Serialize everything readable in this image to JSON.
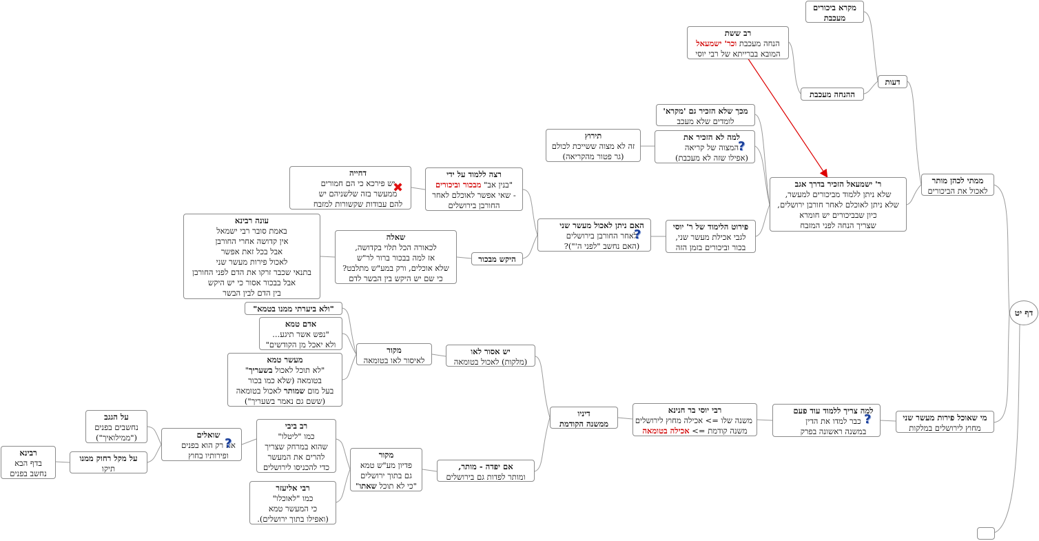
{
  "root": {
    "label": "דף יט"
  },
  "branch_a": {
    "title": "ממתי לכהן מותר",
    "sub": "לאכול את הביכורים",
    "opinions": {
      "label": "דעות",
      "mikra": {
        "l1": "מקרא ביכורים",
        "l2": "מעכבת"
      },
      "hanacha": {
        "l1": "ההנחה מעכבת"
      },
      "rav_sheshet": {
        "title": "רב ששת",
        "l1_pre": "הנחה מעכבת ",
        "l1_red": "וכר' ישמעאל",
        "l2": "המובא בברייתא של רבי יוסי"
      }
    },
    "rabbi_yishmael": {
      "title": "ר' ישמעאל הזכיר בדרך אגב",
      "l1": "שלא ניתן ללמוד מביכורים למעשר,",
      "l2": "שלא ניתן לאוכלם לאחר חורבן ירושלים,",
      "l3": "כיון שבביכורים יש חומרא",
      "l4": "שצריך הנחה לפני המזבח"
    },
    "mikach": {
      "title": "מכך שלא הזכיר גם 'מקרא'",
      "l1": "לומדים שלא מעכב"
    },
    "lama_lo": {
      "title": "למה לא הזכיר את",
      "l1": "המצוה של קריאה",
      "l2": "(אפילו שזה לא מעכבת)"
    },
    "teirutz": {
      "title": "תירוץ",
      "l1": "זה לא מצוה ששייכת לכולם",
      "l2": "(גר פטור מהקריאה)"
    },
    "peirush": {
      "title": "פירוט הלימוד של ר' יוסי",
      "l1": "לגבי אכילת מעשר שני,",
      "l2": "בכור וביכורים בזמן הזה"
    },
    "haim": {
      "title": "האם ניתן לאכול מעשר שני",
      "l1": "לאחר החורבן בירושלים",
      "l2": "(האם נחשב \"לפני ה'\")?"
    },
    "raza": {
      "title": "רצה ללמוד על ידי",
      "l1_pre": "\"בנין אב\" ",
      "l1_red": "מבכור וביכורים",
      "l2": "- שאי אפשר לאוכלם לאחר",
      "l3": "החורבן בירושלים"
    },
    "dachiya": {
      "title": "דחייה",
      "l1": "יש פירכא כי הם חמורים",
      "l2": "ממעשר בזה שלשניהם יש",
      "l3": "להם עבודות שקשורות למזבח"
    },
    "hekesh": {
      "label": "היקש מבכור"
    },
    "sheela": {
      "title": "שאלה",
      "l1": "לכאורה הכל תלוי בקדושה,",
      "l2": "אז למה בבכור ברור לר\"ש",
      "l3": "שלא אוכלים, ורק במע\"ש מתלבט?",
      "l4": "כי שם יש היקש בין הבשר לדם"
    },
    "oneh": {
      "title": "עונה רבינא",
      "l1": "באמת סובר רבי ישמאל",
      "l2": "אין קדושה אחרי החורבן",
      "l3": "אבל בכל זאת אפשר",
      "l4": "לאכול פירות מעשר שני",
      "l5": "בתנאי שכבר זרקו את הדם לפני החורבן",
      "l6": "אבל בבכור אסור כי יש היקש",
      "l7": "בין הדם לבין הבשר"
    }
  },
  "branch_b": {
    "title": "מי שאוכל פירות מעשר שני",
    "sub": "מחוץ לירושלים במלקות",
    "lama_tzarich": {
      "title": "למה צריך ללמוד עוד פעם",
      "l1": "כבר למדו את הדין",
      "l2": "במשנה ראשונה בפרק"
    },
    "rabbi_yossi": {
      "title": "רבי יוסי בר חנינא",
      "l1": "משנה שלו => אכילה מחוץ לירושלים",
      "l2_pre": "משנה קודמת => ",
      "l2_red": "אכילה בטומאה"
    },
    "dinav": {
      "l1": "דיניו",
      "l2": "ממשנה הקודמת"
    },
    "yesh_issur": {
      "title": "יש אסור לאו",
      "l1": "(מלקות) לאכול בטומאה"
    },
    "makor1": {
      "title": "מקור",
      "l1": "לאיסור לאו בטומאה"
    },
    "velo_biarti": {
      "l1": "\"ולא ביערתי ממנו בטמא\""
    },
    "adam_tame": {
      "title": "אדם טמא",
      "l1": "\"נפש אשר תיגע...",
      "l2": "ולא יאכל מן הקודשים\""
    },
    "maaser_tame": {
      "title": "מעשר טמא",
      "l1_pre": "\"לא תוכל לאכול ",
      "l1_b": "בשעריך",
      "l1_post": "\"",
      "l2": "בטומאה (שלא כמו בכור",
      "l3_pre": "בעל מום ",
      "l3_b": "שמותר",
      "l3_post": " לאכול בטומאה",
      "l4": "(ששם גם נאמר בשעריך\")"
    },
    "im_yafda": {
      "title": "אם יפדה - מותר,",
      "l1": "ומותר לפדות גם בירושלים"
    },
    "makor2": {
      "title": "מקור",
      "l1": "פדיון מע\"ש טמא",
      "l2": "גם בתוך ירושלים",
      "l3_pre": "\"כי לא תוכל ",
      "l3_b": "שאתו",
      "l3_post": "\""
    },
    "rav_bibi": {
      "title": "רב ביבי",
      "l1": "כמו \"ליטלו\"",
      "l2": "שהוא במרחק שצריך",
      "l3": "להרים את המעשר",
      "l4": "כדי להכניסו לירושלים"
    },
    "rabbi_eliezer": {
      "title": "רבי אליעזר",
      "l1": "כמו \"לאוכלו\"",
      "l2": "כי המעשר טמא",
      "l3": "(ואפילו בתוך ירושלים)."
    },
    "shoalim": {
      "title": "שואלים",
      "l1": "אם רק הוא בפנים",
      "l2": "ופירותיו בחוץ"
    },
    "al_hagag": {
      "title": "על הגגב",
      "l1": "נחשבים בפנים",
      "l2": "(\"ממילואיך\")"
    },
    "al_mekal": {
      "title": "על מקל רחוק ממנו",
      "l1": "תיקו"
    },
    "ravina": {
      "title": "רבינא",
      "l1": "בדף הבא",
      "l2": "נחשב בפנים"
    }
  },
  "colors": {
    "line": "#9a9a9a",
    "arrow": "#dd0000",
    "icon_q": "#1a3f9a",
    "icon_x": "#e01010"
  }
}
